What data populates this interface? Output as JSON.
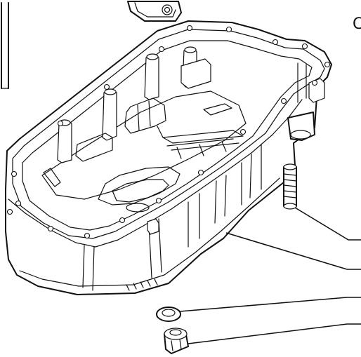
{
  "diagram": {
    "corner_label": "C",
    "parts": [
      {
        "id": "oil-pan"
      },
      {
        "id": "stud"
      },
      {
        "id": "sealing-washer"
      },
      {
        "id": "drain-plug"
      },
      {
        "id": "bracket"
      },
      {
        "id": "left-frame-fragment"
      }
    ],
    "callout_count": 4
  }
}
